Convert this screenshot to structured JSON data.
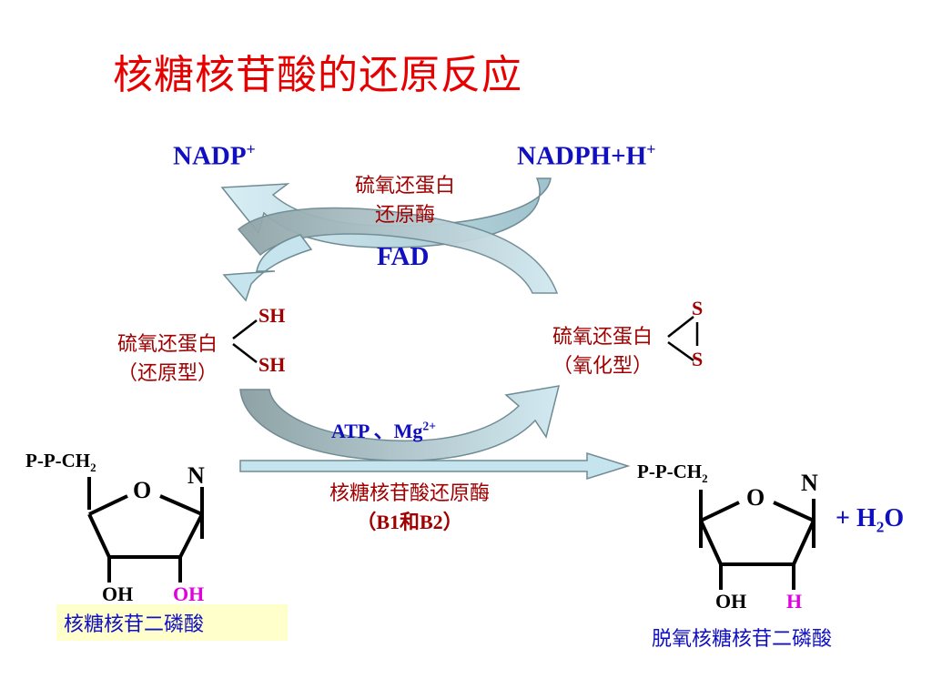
{
  "title": "核糖核苷酸的还原反应",
  "cofactors": {
    "nadp": "NADP",
    "nadp_sup": "+",
    "nadph": "NADPH+H",
    "nadph_sup": "+",
    "fad": "FAD"
  },
  "enzyme_top": {
    "line1": "硫氧还蛋白",
    "line2": "还原酶"
  },
  "thioredoxin_reduced": {
    "line1": "硫氧还蛋白",
    "line2": "（还原型）",
    "sh1": "SH",
    "sh2": "SH"
  },
  "thioredoxin_oxidized": {
    "line1": "硫氧还蛋白",
    "line2": "（氧化型）",
    "s1": "S",
    "s2": "S"
  },
  "atp": {
    "text": "ATP 、Mg",
    "sup": "2+"
  },
  "enzyme_main": {
    "line1": "核糖核苷酸还原酶",
    "line2": "（B1和B2）"
  },
  "substrate": {
    "group": "P-P-CH",
    "group_sub": "2",
    "ring_o": "O",
    "base": "N",
    "oh_left": "OH",
    "oh_right": "OH",
    "name": "核糖核苷二磷酸"
  },
  "product": {
    "group": "P-P-CH",
    "group_sub": "2",
    "ring_o": "O",
    "base": "N",
    "oh_left": "OH",
    "h_right": "H",
    "name": "脱氧核糖核苷二磷酸"
  },
  "water": {
    "text": "+ H",
    "sub": "2",
    "tail": "O"
  },
  "colors": {
    "title": "#e60000",
    "cofactor": "#1010c0",
    "label": "#a00000",
    "highlight": "#e000e0",
    "arrow_fill": "#c6e4ee",
    "arrow_dark": "#93a8ab",
    "name_bg": "#ffffcc"
  }
}
